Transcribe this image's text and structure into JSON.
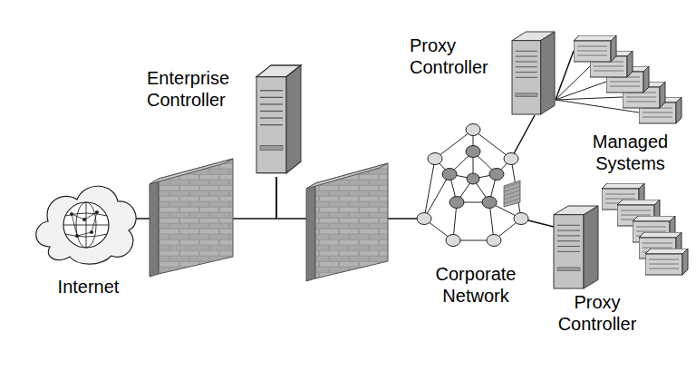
{
  "diagram": {
    "nodes": [
      {
        "text": [
          "Internet"
        ]
      },
      {
        "text": [
          "Enterprise Controller"
        ]
      },
      {
        "text": [
          "Corporate Network"
        ]
      },
      {
        "text": [
          "Proxy Controller"
        ]
      },
      {
        "text": [
          "Managed Systems"
        ]
      },
      {
        "text": [
          "Proxy Controller"
        ]
      }
    ],
    "edges": [
      {
        "from": 0,
        "to": 1,
        "arrow": "none"
      },
      {
        "from": 1,
        "to": 2,
        "arrow": "none"
      },
      {
        "from": 2,
        "to": 3,
        "arrow": "none"
      },
      {
        "from": 3,
        "to": 4,
        "arrow": "none"
      },
      {
        "from": 2,
        "to": 5,
        "arrow": "none"
      }
    ]
  }
}
